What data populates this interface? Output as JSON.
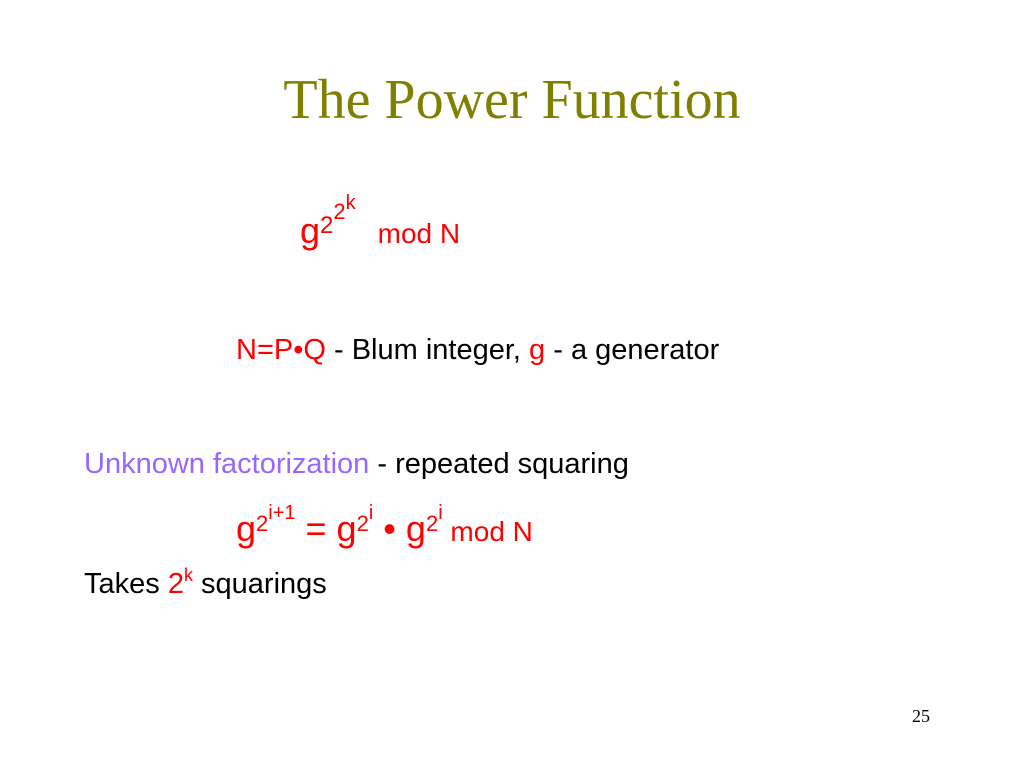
{
  "slide": {
    "title": "The Power Function",
    "page_number": "25",
    "formula1": {
      "base": "g",
      "exp1": "2",
      "exp2_base": "2",
      "exp2_sup": "k",
      "tail": "mod  N"
    },
    "line2": {
      "npq": "N=P•Q",
      "desc1": " - Blum integer, ",
      "g": "g",
      "desc2": " - a generator"
    },
    "line3": {
      "highlight": "Unknown factorization",
      "rest": " - repeated  squaring"
    },
    "formula2": {
      "lhs_base": "g",
      "lhs_exp": "2",
      "lhs_exp_sup": "i+1",
      "eq": " = g",
      "r1_exp": "2",
      "r1_sup": "i",
      "dot": " • g",
      "r2_exp": "2",
      "r2_sup": "i",
      "tail": " mod  N"
    },
    "line4": {
      "prefix": "Takes ",
      "two": "2",
      "k": "k",
      "suffix": " squarings"
    }
  },
  "colors": {
    "title": "#808000",
    "red": "#ff0000",
    "violet": "#9966ff"
  }
}
